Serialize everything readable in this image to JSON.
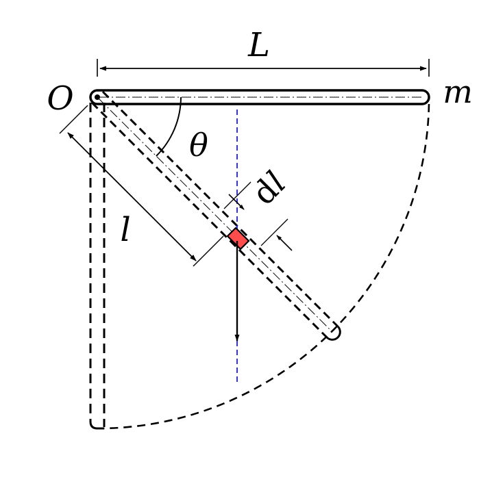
{
  "labels": {
    "length_L": "L",
    "pivot_O": "O",
    "mass_m": "m",
    "angle_theta": "θ",
    "distance_l": "l",
    "element_d": "d",
    "element_l": "l"
  },
  "colors": {
    "stroke": "#000000",
    "vertical_dashed": "#1a1aff",
    "mass_element_fill": "#ff4d4d",
    "background": "#ffffff"
  }
}
